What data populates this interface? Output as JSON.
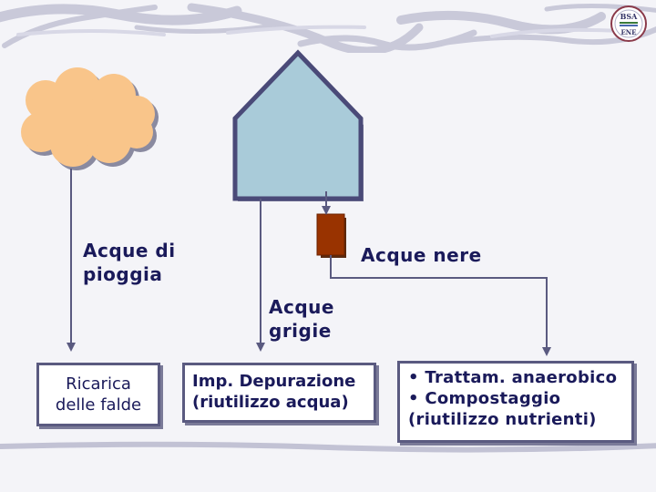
{
  "labels": {
    "rain": "Acque di\npioggia",
    "black_water": "Acque nere",
    "grey_water": "Acque\ngrigie"
  },
  "boxes": {
    "recharge": "Ricarica\ndelle falde",
    "treatment": "Imp. Depurazione\n(riutilizzo acqua)",
    "anaerobic": "• Trattam. anaerobico\n• Compostaggio\n(riutilizzo nutrienti)"
  },
  "logo": {
    "top_text": "BSA",
    "bottom_text": "ENE"
  },
  "colors": {
    "cloud": "#f9c58a",
    "house": "#a9cbd9",
    "house_outline": "#4a4a78",
    "tank": "#993300",
    "arrow": "#5a5a80",
    "text": "#1a1a5a"
  },
  "icons": [
    "cloud-icon",
    "house-icon",
    "tank-icon",
    "logo-icon"
  ]
}
